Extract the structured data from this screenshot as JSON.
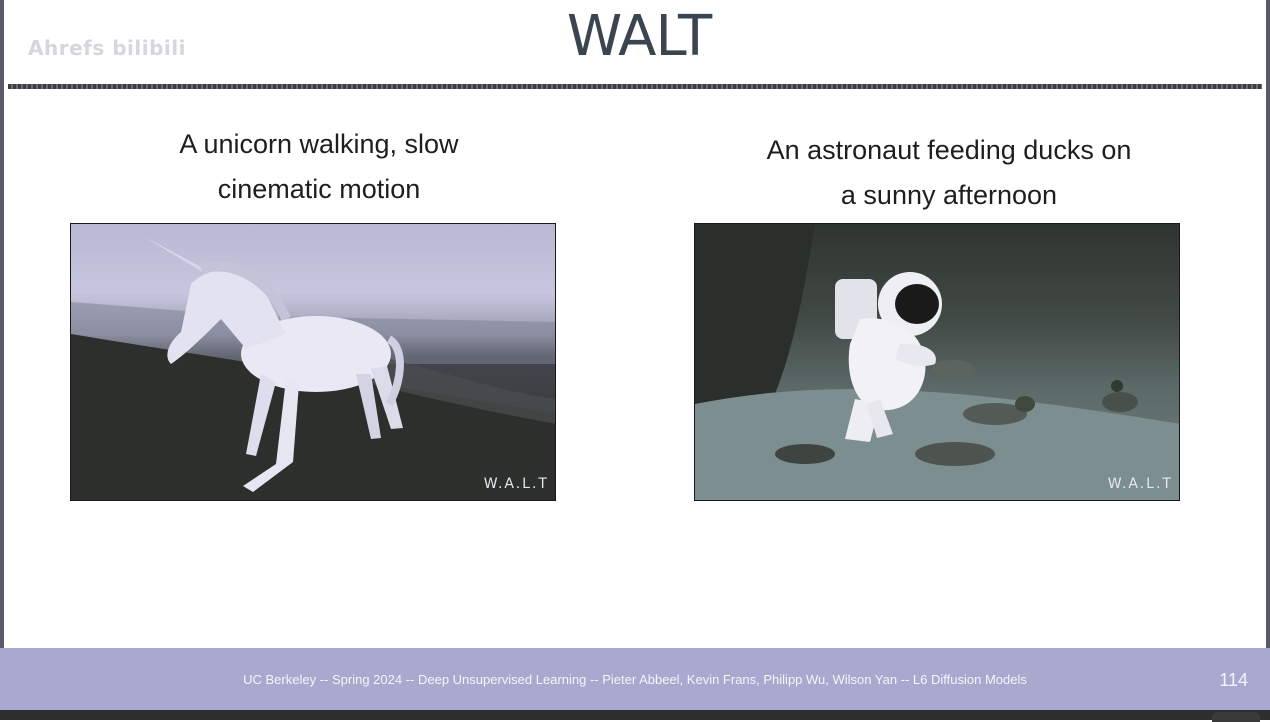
{
  "slide": {
    "title": "WALT",
    "watermark": "Ahrefs bilibili"
  },
  "examples": [
    {
      "caption_line1": "A unicorn walking, slow",
      "caption_line2": "cinematic motion",
      "badge": "W.A.L.T"
    },
    {
      "caption_line1": "An astronaut feeding ducks on",
      "caption_line2": "a sunny afternoon",
      "badge": "W.A.L.T"
    }
  ],
  "footer": {
    "text": "UC Berkeley -- Spring 2024 -- Deep Unsupervised Learning -- Pieter Abbeel, Kevin Frans, Philipp Wu, Wilson Yan -- L6 Diffusion Models",
    "page_number": "114"
  },
  "colors": {
    "footer_band": "#a9a9cf",
    "title_text": "#3a4550"
  }
}
